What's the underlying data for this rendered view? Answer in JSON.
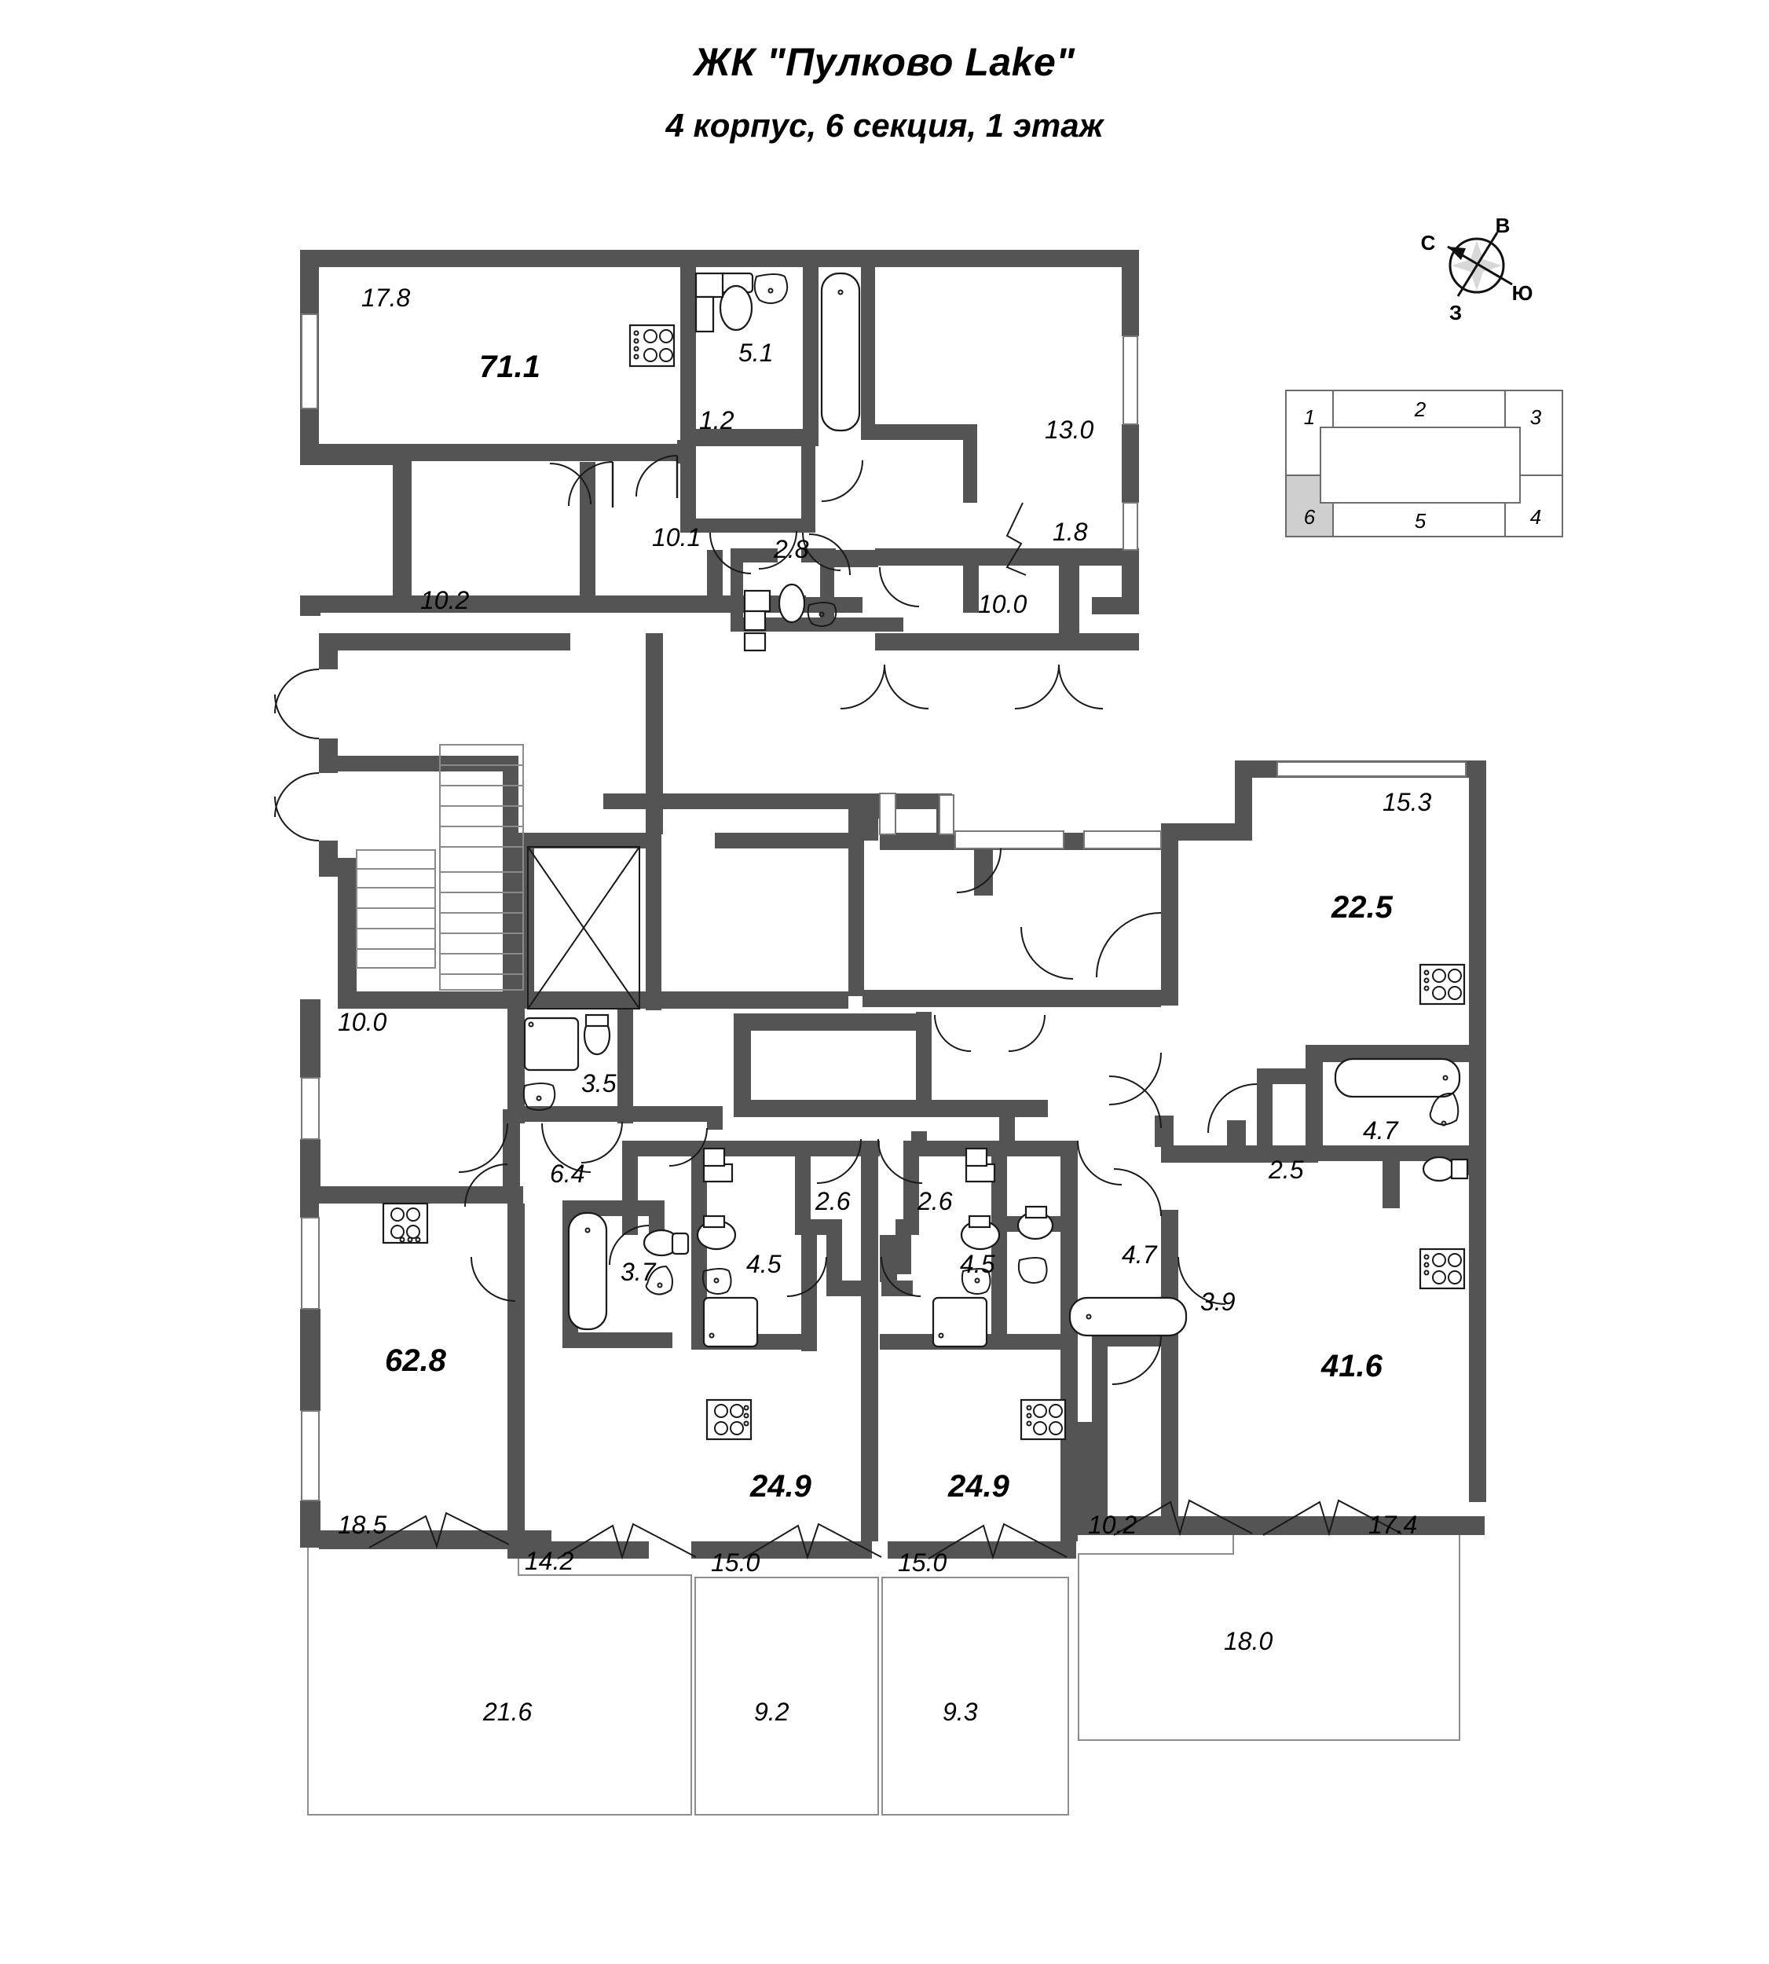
{
  "title": {
    "complex": "ЖК \"Пулково Lake\"",
    "subtitle": "4 корпус, 6 секция, 1 этаж"
  },
  "compass": {
    "north": "С",
    "east": "В",
    "south": "Ю",
    "west": "З"
  },
  "key_plan": {
    "sections": [
      "1",
      "2",
      "3",
      "4",
      "5",
      "6"
    ],
    "highlighted": "6",
    "highlight_color": "#cfcfcf"
  },
  "colors": {
    "wall": "#545454",
    "fixture_stroke": "#1a1a1a",
    "terrace_stroke": "#8d8d8d",
    "background": "#ffffff"
  },
  "chart_data": {
    "type": "table",
    "title": "Поэтажный план — площади помещений (м²)",
    "apartments": [
      {
        "id": "apt-71-1",
        "total": "71.1",
        "position": "top-left",
        "rooms": [
          {
            "label": "17.8",
            "name": "room-17-8"
          },
          {
            "label": "5.1",
            "name": "bathroom-5-1"
          },
          {
            "label": "1.2",
            "name": "closet-1-2"
          },
          {
            "label": "10.1",
            "name": "room-10-1"
          },
          {
            "label": "10.2",
            "name": "room-10-2"
          },
          {
            "label": "2.8",
            "name": "wc-2-8"
          }
        ]
      },
      {
        "id": "apt-top-right",
        "total": "",
        "position": "top-right",
        "rooms": [
          {
            "label": "13.0",
            "name": "room-13-0"
          },
          {
            "label": "1.8",
            "name": "balcony-1-8"
          },
          {
            "label": "10.0",
            "name": "room-10-0-top"
          }
        ]
      },
      {
        "id": "apt-22-5",
        "total": "22.5",
        "position": "right",
        "rooms": [
          {
            "label": "15.3",
            "name": "room-15-3"
          },
          {
            "label": "4.7",
            "name": "bathroom-4-7-right"
          },
          {
            "label": "2.5",
            "name": "hall-2-5"
          }
        ]
      },
      {
        "id": "apt-41-6",
        "total": "41.6",
        "position": "bottom-right",
        "rooms": [
          {
            "label": "3.9",
            "name": "hall-3-9"
          },
          {
            "label": "4.7",
            "name": "bathroom-4-7-mid"
          },
          {
            "label": "17.4",
            "name": "room-17-4"
          },
          {
            "label": "10.2",
            "name": "room-10-2-br"
          },
          {
            "label": "18.0",
            "name": "terrace-18-0"
          }
        ]
      },
      {
        "id": "apt-62-8",
        "total": "62.8",
        "position": "bottom-left",
        "rooms": [
          {
            "label": "10.0",
            "name": "room-10-0-left"
          },
          {
            "label": "3.5",
            "name": "bathroom-3-5"
          },
          {
            "label": "6.4",
            "name": "hall-6-4"
          },
          {
            "label": "3.7",
            "name": "bathroom-3-7"
          },
          {
            "label": "18.5",
            "name": "room-18-5"
          },
          {
            "label": "14.2",
            "name": "room-14-2"
          },
          {
            "label": "21.6",
            "name": "terrace-21-6"
          }
        ]
      },
      {
        "id": "apt-24-9-a",
        "total": "24.9",
        "position": "bottom-center-left",
        "rooms": [
          {
            "label": "4.5",
            "name": "bathroom-4-5-a"
          },
          {
            "label": "2.6",
            "name": "hall-2-6-a"
          },
          {
            "label": "15.0",
            "name": "room-15-0-a"
          },
          {
            "label": "9.2",
            "name": "terrace-9-2"
          }
        ]
      },
      {
        "id": "apt-24-9-b",
        "total": "24.9",
        "position": "bottom-center-right",
        "rooms": [
          {
            "label": "2.6",
            "name": "hall-2-6-b"
          },
          {
            "label": "4.5",
            "name": "bathroom-4-5-b"
          },
          {
            "label": "15.0",
            "name": "room-15-0-b"
          },
          {
            "label": "9.3",
            "name": "terrace-9-3"
          }
        ]
      }
    ],
    "all_area_labels": [
      "17.8",
      "71.1",
      "5.1",
      "1.2",
      "13.0",
      "10.1",
      "2.8",
      "1.8",
      "10.0",
      "10.2",
      "15.3",
      "22.5",
      "10.0",
      "3.5",
      "6.4",
      "4.7",
      "2.5",
      "3.7",
      "4.5",
      "2.6",
      "2.6",
      "4.5",
      "4.7",
      "3.9",
      "62.8",
      "24.9",
      "24.9",
      "41.6",
      "18.5",
      "14.2",
      "15.0",
      "15.0",
      "10.2",
      "17.4",
      "21.6",
      "9.2",
      "9.3",
      "18.0"
    ]
  },
  "labels": {
    "a_17_8": "17.8",
    "a_71_1": "71.1",
    "a_5_1": "5.1",
    "a_1_2": "1.2",
    "a_13_0": "13.0",
    "a_10_1": "10.1",
    "a_2_8": "2.8",
    "a_1_8": "1.8",
    "a_10_0_top": "10.0",
    "a_10_2_top": "10.2",
    "a_15_3": "15.3",
    "a_22_5": "22.5",
    "a_10_0_left": "10.0",
    "a_3_5": "3.5",
    "a_6_4": "6.4",
    "a_4_7_r": "4.7",
    "a_2_5": "2.5",
    "a_3_7": "3.7",
    "a_4_5_a": "4.5",
    "a_2_6_a": "2.6",
    "a_2_6_b": "2.6",
    "a_4_5_b": "4.5",
    "a_4_7_m": "4.7",
    "a_3_9": "3.9",
    "a_62_8": "62.8",
    "a_24_9_a": "24.9",
    "a_24_9_b": "24.9",
    "a_41_6": "41.6",
    "a_18_5": "18.5",
    "a_14_2": "14.2",
    "a_15_0_a": "15.0",
    "a_15_0_b": "15.0",
    "a_10_2_br": "10.2",
    "a_17_4": "17.4",
    "a_21_6": "21.6",
    "a_9_2": "9.2",
    "a_9_3": "9.3",
    "a_18_0": "18.0"
  }
}
